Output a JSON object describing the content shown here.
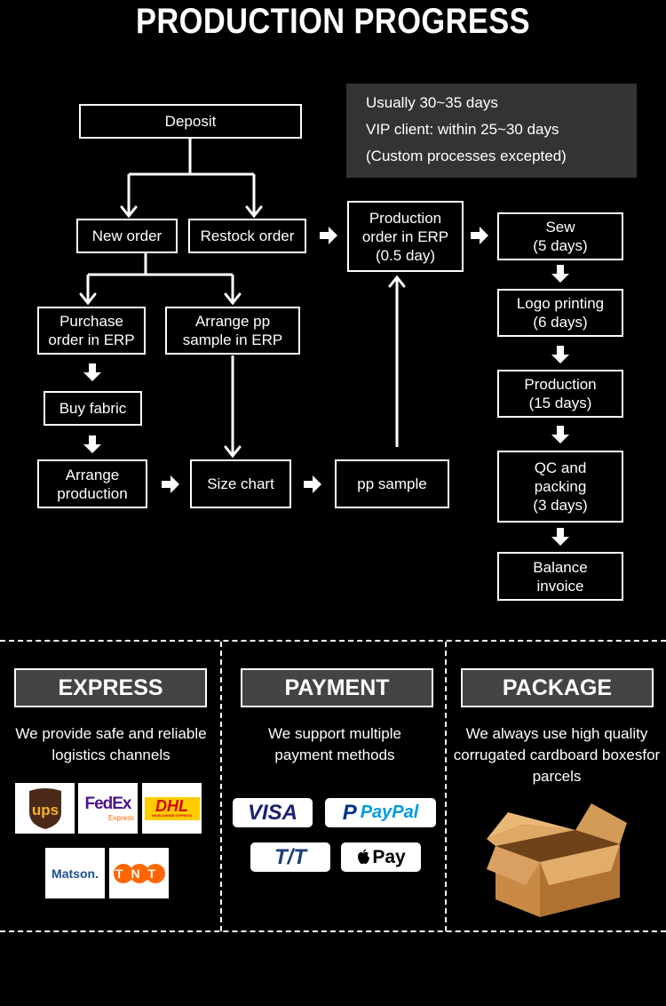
{
  "title": "PRODUCTION PROGRESS",
  "note": {
    "line1": "Usually 30~35 days",
    "line2": "VIP client: within 25~30 days",
    "line3": "(Custom processes excepted)"
  },
  "flow": {
    "deposit": "Deposit",
    "new_order": "New order",
    "restock_order": "Restock order",
    "purchase_order": "Purchase\norder in ERP",
    "arrange_pp": "Arrange pp\nsample in ERP",
    "buy_fabric": "Buy fabric",
    "arrange_production": "Arrange\nproduction",
    "size_chart": "Size chart",
    "pp_sample": "pp sample",
    "production_order": "Production\norder in ERP\n(0.5 day)",
    "sew": "Sew\n(5 days)",
    "logo_printing": "Logo printing\n(6 days)",
    "production": "Production\n(15 days)",
    "qc_packing": "QC and\npacking\n(3 days)",
    "balance_invoice": "Balance\ninvoice"
  },
  "express": {
    "heading": "EXPRESS",
    "text": "We provide safe and reliable\nlogistics channels",
    "logos": [
      "ups",
      "FedEx",
      "Express",
      "DHL",
      "WORLDWIDE EXPRESS",
      "Matson.",
      "TNT"
    ]
  },
  "payment": {
    "heading": "PAYMENT",
    "text": "We support multiple\npayment methods",
    "methods": [
      "VISA",
      "PayPal",
      "T/T",
      "Pay"
    ]
  },
  "package": {
    "heading": "PACKAGE",
    "text": "We always use high quality\ncorrugated cardboard boxesfor\nparcels"
  },
  "colors": {
    "background": "#000000",
    "note_bg": "#333333",
    "heading_bg": "#444444",
    "ups_brown": "#4b2a1a",
    "ups_gold": "#f5b324",
    "fedex_purple": "#4d148c",
    "fedex_orange": "#ff6600",
    "dhl_yellow": "#ffcc00",
    "dhl_red": "#d40511",
    "visa_blue": "#1a1f71",
    "paypal_blue": "#003087",
    "paypal_light": "#009cde"
  }
}
